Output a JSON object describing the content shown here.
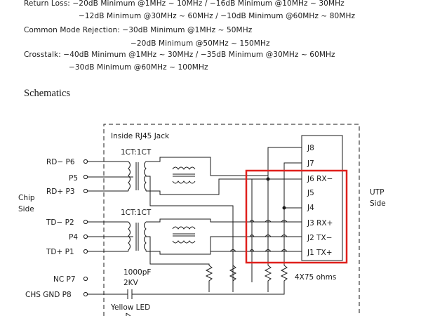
{
  "specs": {
    "return_loss_1": "Return Loss: −20dB Minimum @1MHz ~ 10MHz / −16dB Minimum @10MHz ~ 30MHz",
    "return_loss_2": "−12dB Minimum @30MHz ~ 60MHz / −10dB Minimum @60MHz ~ 80MHz",
    "cmr_1": "Common Mode Rejection: −30dB Minimum @1MHz ~ 50MHz",
    "cmr_2": "−20dB Minimum @50MHz ~ 150MHz",
    "crosstalk_1": "Crosstalk: −40dB Minimum @1MHz ~ 30MHz / −35dB Minimum @30MHz ~ 60MHz",
    "crosstalk_2": "−30dB Minimum @60MHz ~ 100MHz"
  },
  "section_title": "Schematics",
  "schematic": {
    "box_title": "Inside RJ45 Jack",
    "chip_side": [
      "Chip",
      "Side"
    ],
    "utp_side": [
      "UTP",
      "Side"
    ],
    "transformer_1": "1CT:1CT",
    "transformer_2": "1CT:1CT",
    "left_pins": [
      {
        "label": "RD−  P6"
      },
      {
        "label": "P5"
      },
      {
        "label": "RD+  P3"
      },
      {
        "label": "TD−  P2"
      },
      {
        "label": "P4"
      },
      {
        "label": "TD+  P1"
      },
      {
        "label": "NC  P7"
      },
      {
        "label": "CHS  GND  P8"
      }
    ],
    "jack_pins": [
      {
        "label": "J8"
      },
      {
        "label": "J7"
      },
      {
        "label": "J6  RX−"
      },
      {
        "label": "J5"
      },
      {
        "label": "J4"
      },
      {
        "label": "J3  RX+"
      },
      {
        "label": "J2  TX−"
      },
      {
        "label": "J1  TX+"
      }
    ],
    "capacitor_value": "1000pF",
    "capacitor_voltage": "2KV",
    "resistor_label": "4X75  ohms",
    "led_label": "Yellow  LED"
  },
  "colors": {
    "highlight": "#e0201c",
    "ink": "#1a1a1a"
  }
}
